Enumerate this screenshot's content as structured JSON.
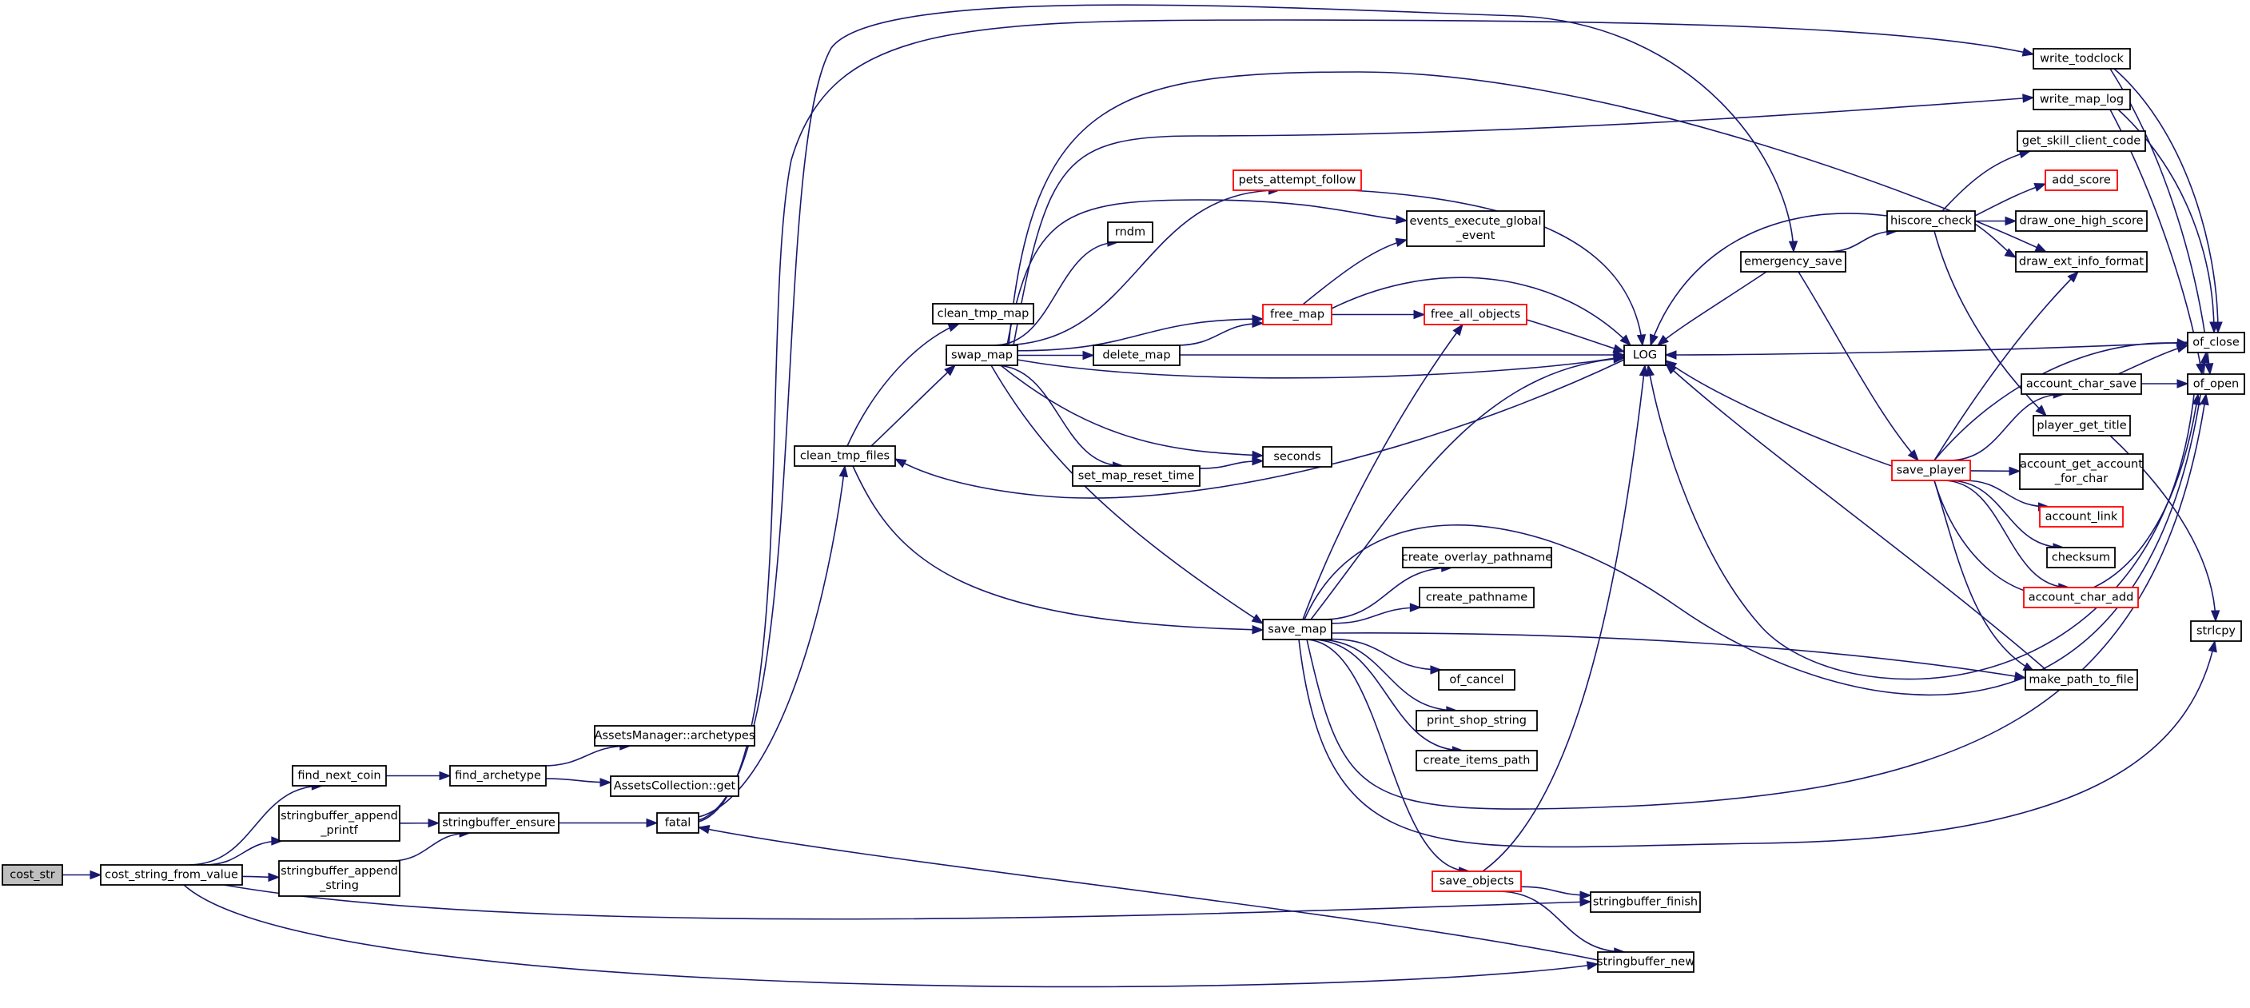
{
  "graph": {
    "nodes": [
      {
        "id": "cost_str",
        "lines": [
          "cost_str"
        ],
        "root": true
      },
      {
        "id": "cost_string_from_value",
        "lines": [
          "cost_string_from_value"
        ]
      },
      {
        "id": "find_next_coin",
        "lines": [
          "find_next_coin"
        ]
      },
      {
        "id": "stringbuffer_append_printf",
        "lines": [
          "stringbuffer_append",
          "_printf"
        ]
      },
      {
        "id": "stringbuffer_append_string",
        "lines": [
          "stringbuffer_append",
          "_string"
        ]
      },
      {
        "id": "find_archetype",
        "lines": [
          "find_archetype"
        ]
      },
      {
        "id": "assetsmanager_archetypes",
        "lines": [
          "AssetsManager::archetypes"
        ]
      },
      {
        "id": "assetscollection_get",
        "lines": [
          "AssetsCollection::get"
        ]
      },
      {
        "id": "stringbuffer_ensure",
        "lines": [
          "stringbuffer_ensure"
        ]
      },
      {
        "id": "fatal",
        "lines": [
          "fatal"
        ]
      },
      {
        "id": "clean_tmp_files",
        "lines": [
          "clean_tmp_files"
        ]
      },
      {
        "id": "clean_tmp_map",
        "lines": [
          "clean_tmp_map"
        ]
      },
      {
        "id": "swap_map",
        "lines": [
          "swap_map"
        ]
      },
      {
        "id": "rndm",
        "lines": [
          "rndm"
        ]
      },
      {
        "id": "delete_map",
        "lines": [
          "delete_map"
        ]
      },
      {
        "id": "set_map_reset_time",
        "lines": [
          "set_map_reset_time"
        ]
      },
      {
        "id": "pets_attempt_follow",
        "lines": [
          "pets_attempt_follow"
        ],
        "red": true
      },
      {
        "id": "events_execute_global_event",
        "lines": [
          "events_execute_global",
          "_event"
        ]
      },
      {
        "id": "free_map",
        "lines": [
          "free_map"
        ],
        "red": true
      },
      {
        "id": "free_all_objects",
        "lines": [
          "free_all_objects"
        ],
        "red": true
      },
      {
        "id": "seconds",
        "lines": [
          "seconds"
        ]
      },
      {
        "id": "LOG",
        "lines": [
          "LOG"
        ]
      },
      {
        "id": "save_map",
        "lines": [
          "save_map"
        ]
      },
      {
        "id": "create_overlay_pathname",
        "lines": [
          "create_overlay_pathname"
        ]
      },
      {
        "id": "create_pathname",
        "lines": [
          "create_pathname"
        ]
      },
      {
        "id": "of_cancel",
        "lines": [
          "of_cancel"
        ]
      },
      {
        "id": "print_shop_string",
        "lines": [
          "print_shop_string"
        ]
      },
      {
        "id": "create_items_path",
        "lines": [
          "create_items_path"
        ]
      },
      {
        "id": "save_objects",
        "lines": [
          "save_objects"
        ],
        "red": true
      },
      {
        "id": "stringbuffer_finish",
        "lines": [
          "stringbuffer_finish"
        ]
      },
      {
        "id": "stringbuffer_new",
        "lines": [
          "stringbuffer_new"
        ]
      },
      {
        "id": "emergency_save",
        "lines": [
          "emergency_save"
        ]
      },
      {
        "id": "hiscore_check",
        "lines": [
          "hiscore_check"
        ]
      },
      {
        "id": "save_player",
        "lines": [
          "save_player"
        ],
        "red": true
      },
      {
        "id": "write_todclock",
        "lines": [
          "write_todclock"
        ]
      },
      {
        "id": "write_map_log",
        "lines": [
          "write_map_log"
        ]
      },
      {
        "id": "get_skill_client_code",
        "lines": [
          "get_skill_client_code"
        ]
      },
      {
        "id": "add_score",
        "lines": [
          "add_score"
        ],
        "red": true
      },
      {
        "id": "draw_one_high_score",
        "lines": [
          "draw_one_high_score"
        ]
      },
      {
        "id": "draw_ext_info_format",
        "lines": [
          "draw_ext_info_format"
        ]
      },
      {
        "id": "account_char_save",
        "lines": [
          "account_char_save"
        ]
      },
      {
        "id": "player_get_title",
        "lines": [
          "player_get_title"
        ]
      },
      {
        "id": "account_get_account_for_char",
        "lines": [
          "account_get_account",
          "_for_char"
        ]
      },
      {
        "id": "account_link",
        "lines": [
          "account_link"
        ],
        "red": true
      },
      {
        "id": "checksum",
        "lines": [
          "checksum"
        ]
      },
      {
        "id": "account_char_add",
        "lines": [
          "account_char_add"
        ],
        "red": true
      },
      {
        "id": "make_path_to_file",
        "lines": [
          "make_path_to_file"
        ]
      },
      {
        "id": "of_close",
        "lines": [
          "of_close"
        ]
      },
      {
        "id": "of_open",
        "lines": [
          "of_open"
        ]
      },
      {
        "id": "strlcpy",
        "lines": [
          "strlcpy"
        ]
      }
    ],
    "edges": [
      [
        "cost_str",
        "cost_string_from_value"
      ],
      [
        "cost_string_from_value",
        "find_next_coin"
      ],
      [
        "cost_string_from_value",
        "stringbuffer_append_printf"
      ],
      [
        "cost_string_from_value",
        "stringbuffer_append_string"
      ],
      [
        "cost_string_from_value",
        "stringbuffer_finish"
      ],
      [
        "cost_string_from_value",
        "stringbuffer_new"
      ],
      [
        "find_next_coin",
        "find_archetype"
      ],
      [
        "find_archetype",
        "assetsmanager_archetypes"
      ],
      [
        "find_archetype",
        "assetscollection_get"
      ],
      [
        "stringbuffer_append_printf",
        "stringbuffer_ensure"
      ],
      [
        "stringbuffer_append_string",
        "stringbuffer_ensure"
      ],
      [
        "stringbuffer_ensure",
        "fatal"
      ],
      [
        "stringbuffer_new",
        "fatal"
      ],
      [
        "fatal",
        "clean_tmp_files"
      ],
      [
        "fatal",
        "emergency_save"
      ],
      [
        "fatal",
        "write_todclock"
      ],
      [
        "clean_tmp_files",
        "clean_tmp_map"
      ],
      [
        "clean_tmp_files",
        "swap_map"
      ],
      [
        "clean_tmp_files",
        "save_map"
      ],
      [
        "LOG",
        "clean_tmp_files"
      ],
      [
        "swap_map",
        "rndm"
      ],
      [
        "swap_map",
        "delete_map"
      ],
      [
        "swap_map",
        "set_map_reset_time"
      ],
      [
        "swap_map",
        "pets_attempt_follow"
      ],
      [
        "swap_map",
        "events_execute_global_event"
      ],
      [
        "swap_map",
        "free_map"
      ],
      [
        "swap_map",
        "seconds"
      ],
      [
        "swap_map",
        "LOG"
      ],
      [
        "swap_map",
        "save_map"
      ],
      [
        "swap_map",
        "write_map_log"
      ],
      [
        "swap_map",
        "draw_ext_info_format"
      ],
      [
        "delete_map",
        "free_map"
      ],
      [
        "delete_map",
        "LOG"
      ],
      [
        "set_map_reset_time",
        "seconds"
      ],
      [
        "pets_attempt_follow",
        "LOG"
      ],
      [
        "free_map",
        "free_all_objects"
      ],
      [
        "free_map",
        "events_execute_global_event"
      ],
      [
        "free_map",
        "LOG"
      ],
      [
        "free_all_objects",
        "LOG"
      ],
      [
        "save_map",
        "create_overlay_pathname"
      ],
      [
        "save_map",
        "create_pathname"
      ],
      [
        "save_map",
        "of_cancel"
      ],
      [
        "save_map",
        "print_shop_string"
      ],
      [
        "save_map",
        "create_items_path"
      ],
      [
        "save_map",
        "save_objects"
      ],
      [
        "save_map",
        "free_all_objects"
      ],
      [
        "save_map",
        "LOG"
      ],
      [
        "save_map",
        "make_path_to_file"
      ],
      [
        "save_map",
        "of_open"
      ],
      [
        "save_map",
        "of_close"
      ],
      [
        "save_map",
        "strlcpy"
      ],
      [
        "save_objects",
        "stringbuffer_finish"
      ],
      [
        "save_objects",
        "stringbuffer_new"
      ],
      [
        "save_objects",
        "LOG"
      ],
      [
        "emergency_save",
        "LOG"
      ],
      [
        "emergency_save",
        "hiscore_check"
      ],
      [
        "emergency_save",
        "save_player"
      ],
      [
        "hiscore_check",
        "get_skill_client_code"
      ],
      [
        "hiscore_check",
        "add_score"
      ],
      [
        "hiscore_check",
        "draw_one_high_score"
      ],
      [
        "hiscore_check",
        "draw_ext_info_format"
      ],
      [
        "hiscore_check",
        "player_get_title"
      ],
      [
        "hiscore_check",
        "LOG"
      ],
      [
        "save_player",
        "LOG"
      ],
      [
        "save_player",
        "account_char_save"
      ],
      [
        "save_player",
        "account_get_account_for_char"
      ],
      [
        "save_player",
        "account_link"
      ],
      [
        "save_player",
        "checksum"
      ],
      [
        "save_player",
        "account_char_add"
      ],
      [
        "save_player",
        "make_path_to_file"
      ],
      [
        "save_player",
        "draw_ext_info_format"
      ],
      [
        "save_player",
        "of_close"
      ],
      [
        "save_player",
        "of_open"
      ],
      [
        "make_path_to_file",
        "LOG"
      ],
      [
        "account_char_save",
        "of_open"
      ],
      [
        "account_char_save",
        "of_close"
      ],
      [
        "player_get_title",
        "strlcpy"
      ],
      [
        "of_close",
        "LOG"
      ],
      [
        "of_open",
        "LOG"
      ],
      [
        "write_todclock",
        "of_open"
      ],
      [
        "write_todclock",
        "of_close"
      ],
      [
        "write_map_log",
        "of_open"
      ],
      [
        "write_map_log",
        "of_close"
      ]
    ]
  }
}
